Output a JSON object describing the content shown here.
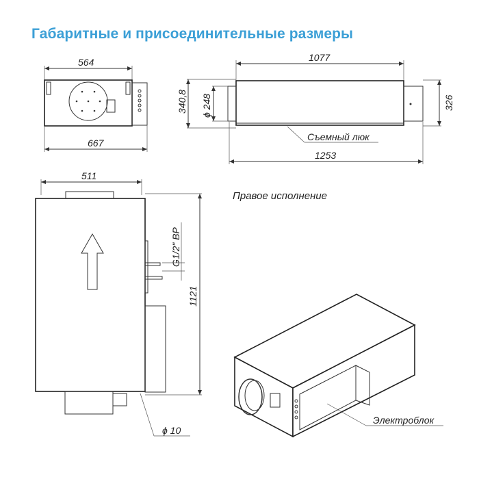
{
  "title": "Габаритные и присоединительные размеры",
  "colors": {
    "title": "#3b9fd6",
    "lines": "#222222"
  },
  "front_view": {
    "width_top": "564",
    "width_bottom": "667"
  },
  "side_view": {
    "length_body": "1077",
    "length_total": "1253",
    "height_left": "340,8",
    "duct_diameter": "ϕ 248",
    "height_right": "326",
    "hatch_label": "Съемный люк"
  },
  "top_view": {
    "width": "511",
    "length": "1121",
    "drain_label": "G1/2\" BP",
    "hole_diameter": "ϕ 10"
  },
  "variant_label": "Правое исполнение",
  "iso_view": {
    "electro_label": "Электроблок"
  }
}
